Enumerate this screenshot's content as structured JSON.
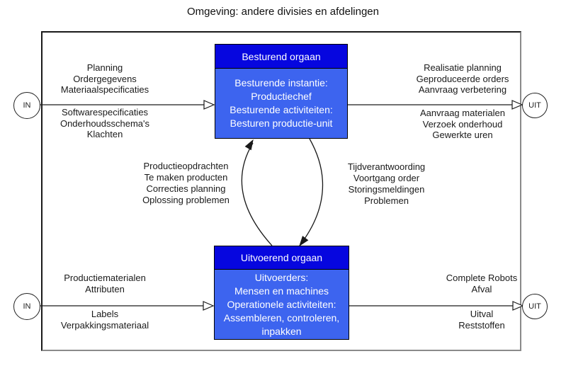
{
  "title": "Omgeving: andere divisies en afdelingen",
  "colors": {
    "header_blue": "#0606df",
    "body_blue": "#3d64ef",
    "box_text": "#ffffff",
    "line": "#1a1a1a",
    "label_text": "#1a1a1a",
    "background": "#ffffff"
  },
  "terminals": {
    "in": "IN",
    "uit": "UIT"
  },
  "boxes": {
    "besturend": {
      "header": "Besturend orgaan",
      "body": [
        "Besturende instantie:",
        "Productiechef",
        "Besturende activiteiten:",
        "Besturen productie-unit"
      ]
    },
    "uitvoerend": {
      "header": "Uitvoerend orgaan",
      "body": [
        "Uitvoerders:",
        "Mensen en machines",
        "Operationele activiteiten:",
        "Assembleren, controleren,",
        "inpakken"
      ]
    }
  },
  "flows": {
    "top_left_above": [
      "Planning",
      "Ordergegevens",
      "Materiaalspecificaties"
    ],
    "top_left_below": [
      "Softwarespecificaties",
      "Onderhoudsschema's",
      "Klachten"
    ],
    "top_right_above": [
      "Realisatie planning",
      "Geproduceerde orders",
      "Aanvraag verbetering"
    ],
    "top_right_below": [
      "Aanvraag materialen",
      "Verzoek onderhoud",
      "Gewerkte uren"
    ],
    "middle_left": [
      "Productieopdrachten",
      "Te maken producten",
      "Correcties planning",
      "Oplossing problemen"
    ],
    "middle_right": [
      "Tijdverantwoording",
      "Voortgang order",
      "Storingsmeldingen",
      "Problemen"
    ],
    "bottom_left_above": [
      "Productiematerialen",
      "Attributen"
    ],
    "bottom_left_below": [
      "Labels",
      "Verpakkingsmateriaal"
    ],
    "bottom_right_above": [
      "Complete Robots",
      "Afval"
    ],
    "bottom_right_below": [
      "Uitval",
      "Reststoffen"
    ]
  }
}
